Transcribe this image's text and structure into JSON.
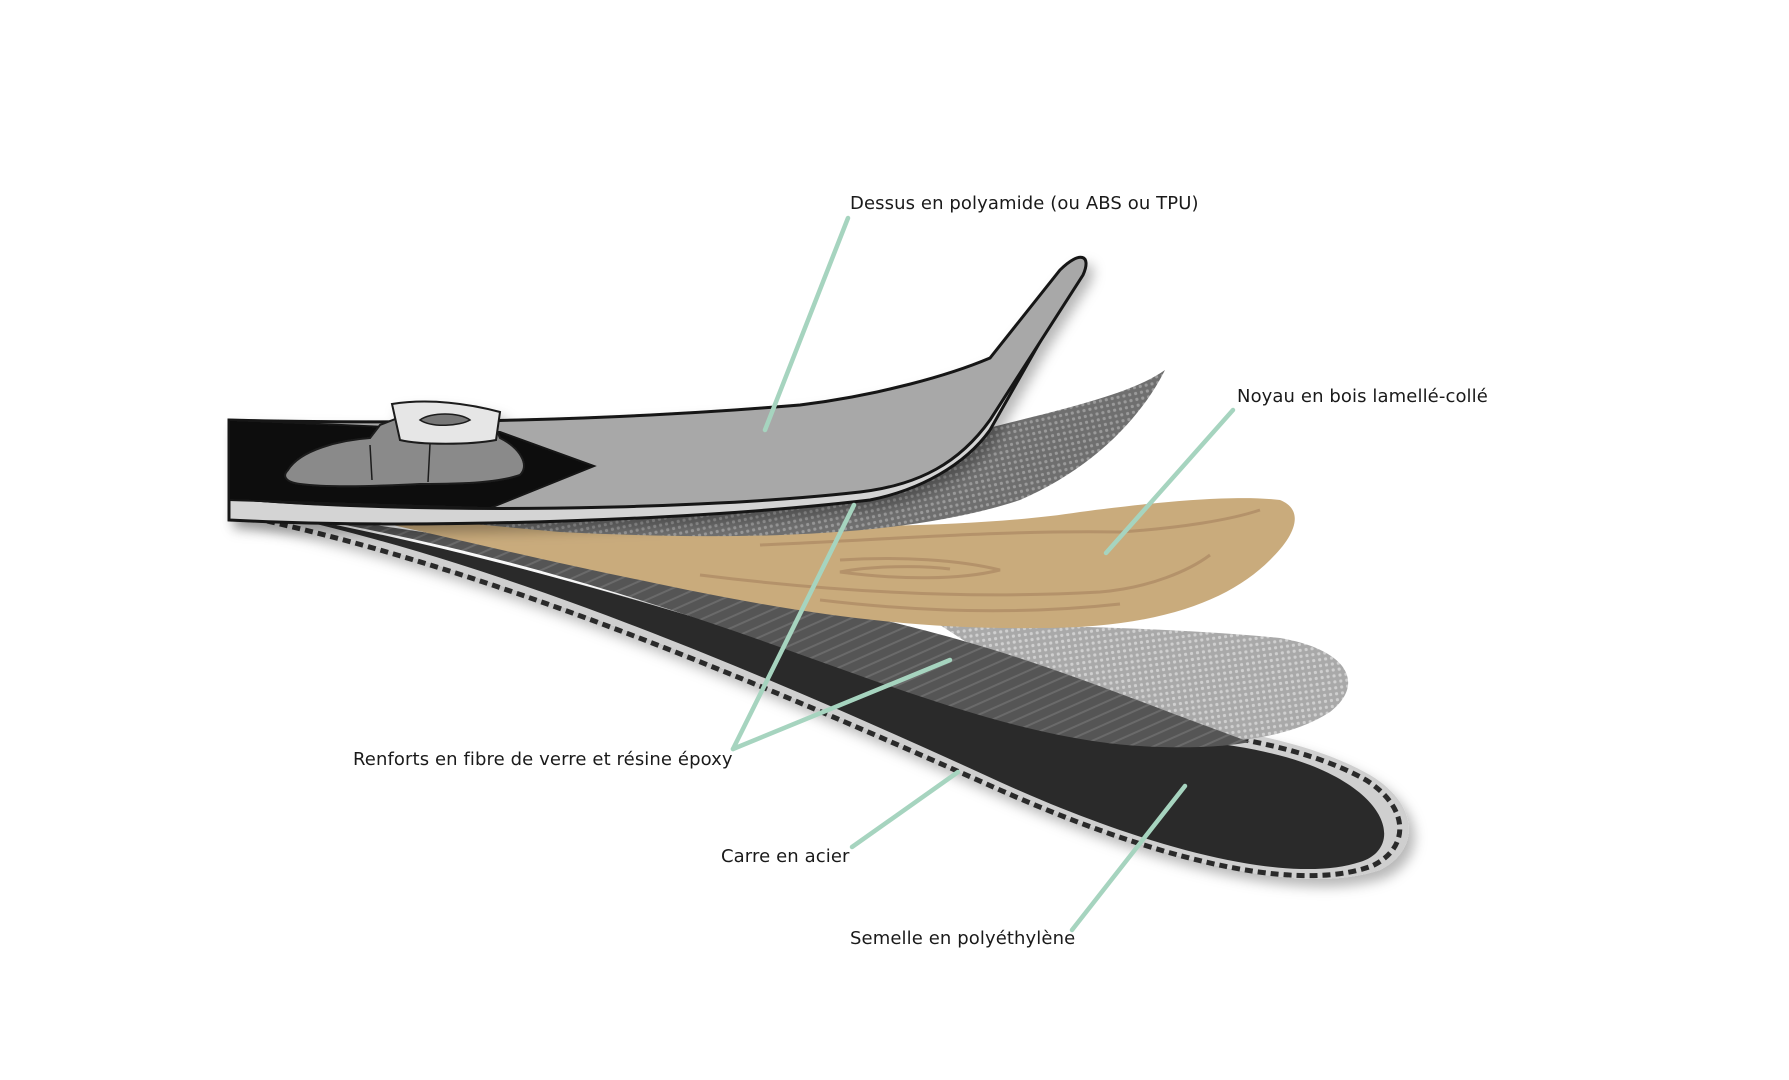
{
  "diagram": {
    "subject": "ski construction layers",
    "labels": {
      "top_sheet": "Dessus en polyamide (ou ABS ou TPU)",
      "core": "Noyau en bois lamellé-collé",
      "reinforcement": "Renforts en fibre de verre et résine époxy",
      "edge": "Carre en acier",
      "base": "Semelle en polyéthylène"
    },
    "colors": {
      "leader_line": "#a6d4bf",
      "top_sheet": "#a8a8a8",
      "wood_core": "#c9ab7c",
      "fiberglass": "#6e6e6e",
      "base": "#2b2b2b",
      "binding_area": "#0d0d0d"
    }
  }
}
